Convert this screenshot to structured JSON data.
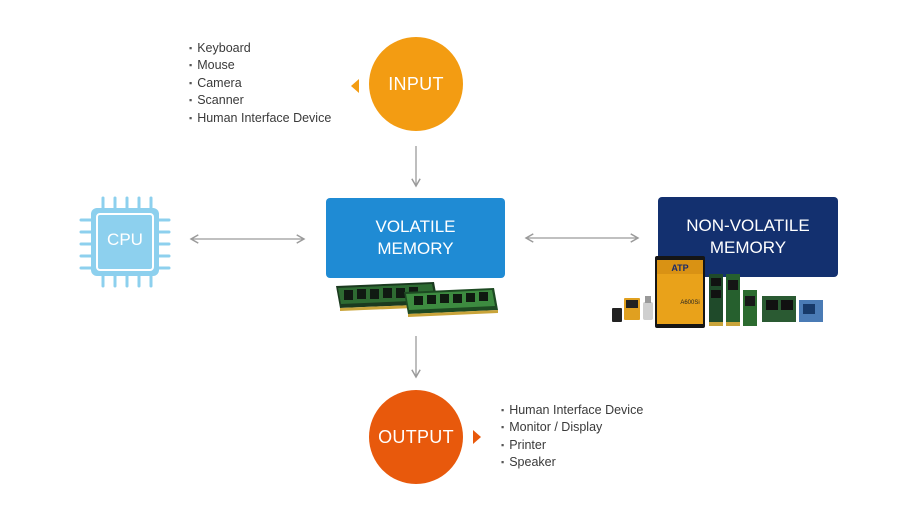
{
  "input": {
    "label": "INPUT",
    "devices": [
      "Keyboard",
      "Mouse",
      "Camera",
      "Scanner",
      "Human Interface Device"
    ]
  },
  "output": {
    "label": "OUTPUT",
    "devices": [
      "Human Interface Device",
      "Monitor / Display",
      "Printer",
      "Speaker"
    ]
  },
  "cpu": {
    "label": "CPU"
  },
  "volatile": {
    "line1": "VOLATILE",
    "line2": "MEMORY"
  },
  "nonvolatile": {
    "line1": "NON-VOLATILE",
    "line2": "MEMORY"
  },
  "ssd": {
    "brand": "ATP",
    "model": "A600Si"
  },
  "colors": {
    "input": "#f39c12",
    "output": "#e8590c",
    "volatile": "#1f8bd4",
    "nonvolatile": "#13306f",
    "cpu": "#8dd0ee",
    "arrow": "#9a9a9a"
  }
}
